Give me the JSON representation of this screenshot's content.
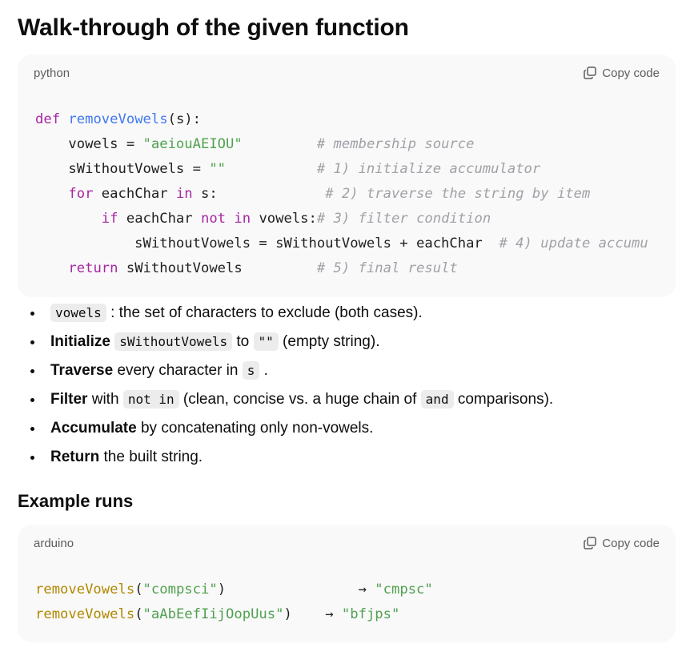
{
  "title": "Walk-through of the given function",
  "code1": {
    "lang": "python",
    "copy_label": "Copy code",
    "lines": [
      {
        "parts": [
          {
            "t": "def",
            "c": "kw"
          },
          {
            "t": " "
          },
          {
            "t": "removeVowels",
            "c": "fn"
          },
          {
            "t": "(s):"
          }
        ]
      },
      {
        "parts": [
          {
            "t": "    vowels = "
          },
          {
            "t": "\"aeiouAEIOU\"",
            "c": "str"
          },
          {
            "t": "         "
          },
          {
            "t": "# membership source",
            "c": "cm"
          }
        ]
      },
      {
        "parts": [
          {
            "t": "    sWithoutVowels = "
          },
          {
            "t": "\"\"",
            "c": "str"
          },
          {
            "t": "           "
          },
          {
            "t": "# 1) initialize accumulator",
            "c": "cm"
          }
        ]
      },
      {
        "parts": [
          {
            "t": "    "
          },
          {
            "t": "for",
            "c": "kw"
          },
          {
            "t": " eachChar "
          },
          {
            "t": "in",
            "c": "kw"
          },
          {
            "t": " s:             "
          },
          {
            "t": "# 2) traverse the string by item",
            "c": "cm"
          }
        ]
      },
      {
        "parts": [
          {
            "t": "        "
          },
          {
            "t": "if",
            "c": "kw"
          },
          {
            "t": " eachChar "
          },
          {
            "t": "not",
            "c": "kw"
          },
          {
            "t": " "
          },
          {
            "t": "in",
            "c": "kw"
          },
          {
            "t": " vowels:"
          },
          {
            "t": "# 3) filter condition",
            "c": "cm"
          }
        ]
      },
      {
        "parts": [
          {
            "t": "            sWithoutVowels = sWithoutVowels + eachChar  "
          },
          {
            "t": "# 4) update accumu",
            "c": "cm"
          }
        ]
      },
      {
        "parts": [
          {
            "t": "    "
          },
          {
            "t": "return",
            "c": "kw"
          },
          {
            "t": " sWithoutVowels         "
          },
          {
            "t": "# 5) final result",
            "c": "cm"
          }
        ]
      }
    ]
  },
  "bullets": [
    {
      "parts": [
        {
          "t": "vowels",
          "c": "code"
        },
        {
          "t": " : the set of characters to exclude (both cases)."
        }
      ]
    },
    {
      "parts": [
        {
          "t": "Initialize",
          "c": "bold"
        },
        {
          "t": " "
        },
        {
          "t": "sWithoutVowels",
          "c": "code"
        },
        {
          "t": " to "
        },
        {
          "t": "\"\"",
          "c": "code"
        },
        {
          "t": " (empty string)."
        }
      ]
    },
    {
      "parts": [
        {
          "t": "Traverse",
          "c": "bold"
        },
        {
          "t": " every character in "
        },
        {
          "t": "s",
          "c": "code"
        },
        {
          "t": " ."
        }
      ]
    },
    {
      "parts": [
        {
          "t": "Filter",
          "c": "bold"
        },
        {
          "t": " with "
        },
        {
          "t": "not in",
          "c": "code"
        },
        {
          "t": " (clean, concise vs. a huge chain of "
        },
        {
          "t": "and",
          "c": "code"
        },
        {
          "t": " comparisons)."
        }
      ]
    },
    {
      "parts": [
        {
          "t": "Accumulate",
          "c": "bold"
        },
        {
          "t": " by concatenating only non-vowels."
        }
      ]
    },
    {
      "parts": [
        {
          "t": "Return",
          "c": "bold"
        },
        {
          "t": " the built string."
        }
      ]
    }
  ],
  "subtitle": "Example runs",
  "code2": {
    "lang": "arduino",
    "copy_label": "Copy code",
    "lines": [
      {
        "parts": [
          {
            "t": "removeVowels",
            "c": "yfn"
          },
          {
            "t": "("
          },
          {
            "t": "\"compsci\"",
            "c": "str"
          },
          {
            "t": ")                → "
          },
          {
            "t": "\"cmpsc\"",
            "c": "str"
          }
        ]
      },
      {
        "parts": [
          {
            "t": "removeVowels",
            "c": "yfn"
          },
          {
            "t": "("
          },
          {
            "t": "\"aAbEefIijOopUus\"",
            "c": "str"
          },
          {
            "t": ")    → "
          },
          {
            "t": "\"bfjps\"",
            "c": "str"
          }
        ]
      }
    ]
  },
  "icons": {
    "copy": "copy-icon"
  }
}
